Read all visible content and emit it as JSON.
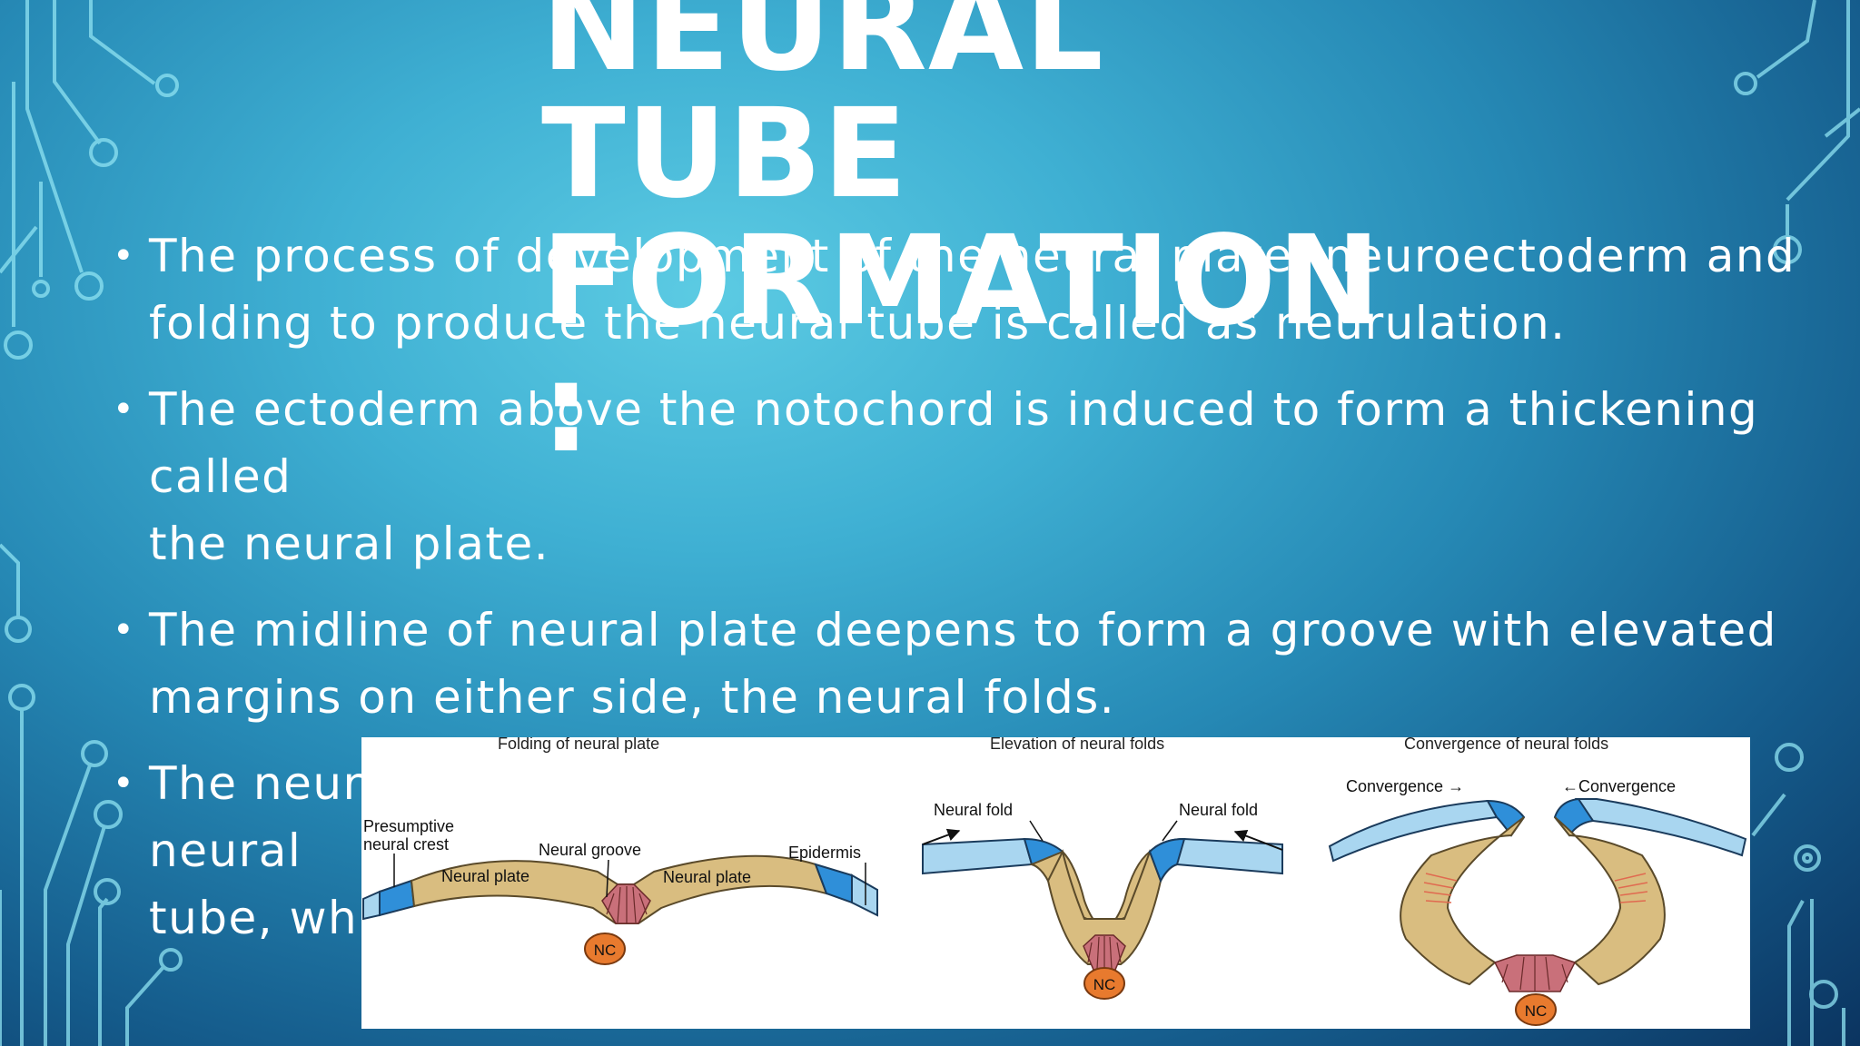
{
  "slide": {
    "title_line1": "NEURAL TUBE",
    "title_line2": "FORMATION :",
    "bullets": [
      {
        "line1": "The process of development of the neural plate, neuroectoderm and",
        "line2": "folding to produce the neural tube is called as neurulation."
      },
      {
        "line1": "The ectoderm above the notochord is induced to form a thickening called",
        "line2": "the neural plate."
      },
      {
        "line1": "The midline of neural plate deepens to form a groove with elevated",
        "line2": "margins on either side, the neural folds."
      },
      {
        "line1": "The neural folds grow towards each other and fuse to form the neural",
        "line2": "tube, whi"
      }
    ]
  },
  "figure": {
    "panel1": {
      "title": "Folding of neural plate",
      "presumptive_line1": "Presumptive",
      "presumptive_line2": "neural crest",
      "neural_groove": "Neural groove",
      "neural_plate_left": "Neural plate",
      "neural_plate_right": "Neural plate",
      "epidermis": "Epidermis",
      "nc": "NC"
    },
    "panel2": {
      "title": "Elevation of neural folds",
      "neural_fold_left": "Neural fold",
      "neural_fold_right": "Neural fold",
      "nc": "NC"
    },
    "panel3": {
      "title": "Convergence of neural folds",
      "convergence_left": "Convergence →",
      "convergence_right": "←Convergence",
      "nc": "NC"
    },
    "colors": {
      "plate": "#d9bd80",
      "epidermis": "#a9d6f0",
      "crest": "#2f8fd9",
      "notochord": "#e87a2e",
      "floor": "#b55a5a"
    }
  }
}
